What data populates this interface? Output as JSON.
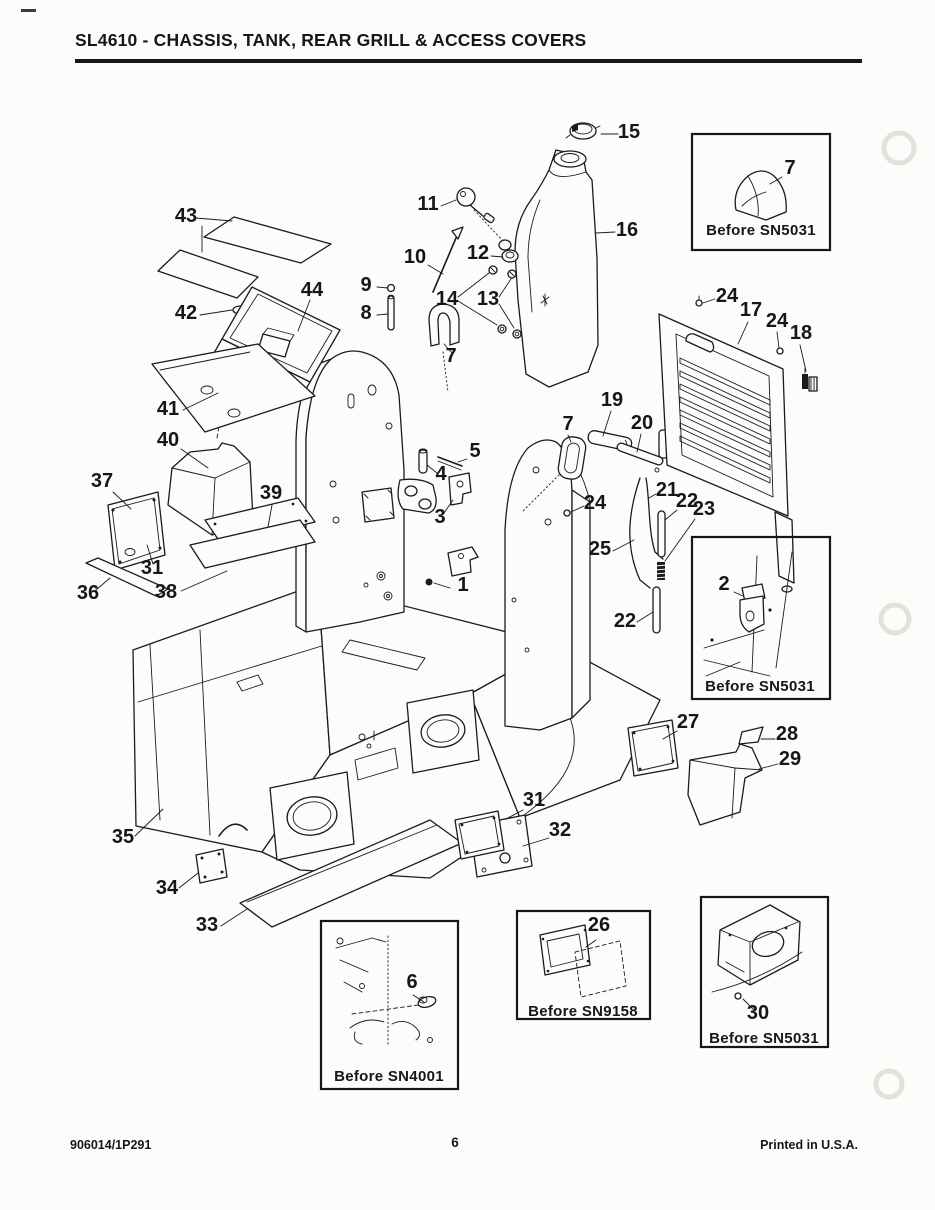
{
  "page": {
    "title": "SL4610 - CHASSIS, TANK, REAR GRILL & ACCESS COVERS",
    "footer": {
      "doc_number": "906014/1P291",
      "page_number": "6",
      "printed_note": "Printed in U.S.A."
    }
  },
  "colors": {
    "ink": "#1b1b1b",
    "paper": "#fcfcfb",
    "scan_artifact": "#e3e1dc"
  },
  "diagram": {
    "callouts": [
      "43",
      "42",
      "44",
      "41",
      "40",
      "37",
      "39",
      "31",
      "38",
      "36",
      "11",
      "10",
      "12",
      "14",
      "13",
      "15",
      "16",
      "9",
      "8",
      "7",
      "5",
      "4",
      "3",
      "1",
      "7",
      "19",
      "20",
      "24",
      "17",
      "24",
      "18",
      "24",
      "25",
      "21",
      "22",
      "23",
      "22",
      "27",
      "28",
      "29",
      "35",
      "34",
      "33",
      "31",
      "32",
      "7",
      "2",
      "6",
      "26",
      "30"
    ],
    "insets": [
      {
        "caption": "Before SN5031"
      },
      {
        "caption": "Before SN5031"
      },
      {
        "caption": "Before SN4001"
      },
      {
        "caption": "Before SN9158"
      },
      {
        "caption": "Before SN5031"
      }
    ]
  }
}
